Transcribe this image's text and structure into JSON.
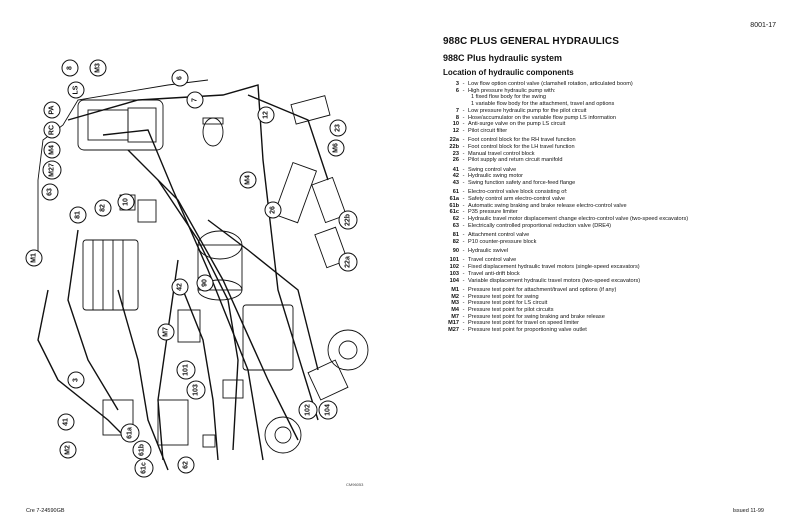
{
  "header": {
    "page_code": "8001-17",
    "title": "988C PLUS GENERAL HYDRAULICS",
    "subtitle": "988C Plus hydraulic system",
    "section": "Location of hydraulic components"
  },
  "legend": [
    [
      {
        "code": "3",
        "desc": "Low flow option control valve (clamshell rotation, articulated boom)"
      },
      {
        "code": "6",
        "desc": "High pressure hydraulic pump with:",
        "sub": [
          "1 fixed flow body for the swing",
          "1 variable flow body for the attachment, travel and options"
        ]
      },
      {
        "code": "7",
        "desc": "Low pressure hydraulic pump for the pilot circuit"
      },
      {
        "code": "8",
        "desc": "Hose/accumulator on the variable flow pump LS information"
      },
      {
        "code": "10",
        "desc": "Anti-surge valve on the pump LS circuit"
      },
      {
        "code": "12",
        "desc": "Pilot circuit filter"
      }
    ],
    [
      {
        "code": "22a",
        "desc": "Foot control block for the RH travel function"
      },
      {
        "code": "22b",
        "desc": "Foot control block for the LH travel function"
      },
      {
        "code": "23",
        "desc": "Manual travel control block"
      },
      {
        "code": "26",
        "desc": "Pilot supply and return circuit manifold"
      }
    ],
    [
      {
        "code": "41",
        "desc": "Swing control valve"
      },
      {
        "code": "42",
        "desc": "Hydraulic swing motor"
      },
      {
        "code": "43",
        "desc": "Swing function safety and force-feed flange"
      }
    ],
    [
      {
        "code": "61",
        "desc": "Electro-control valve block consisting of:"
      },
      {
        "code": "61a",
        "desc": "Safety control arm electro-control valve"
      },
      {
        "code": "61b",
        "desc": "Automatic swing braking and brake release electro-control valve"
      },
      {
        "code": "61c",
        "desc": "P35 pressure limiter"
      },
      {
        "code": "62",
        "desc": "Hydraulic travel motor displacement change electro-control valve (two-speed excavators)"
      },
      {
        "code": "63",
        "desc": "Electrically controlled proportional reduction valve (DRE4)"
      }
    ],
    [
      {
        "code": "81",
        "desc": "Attachment control valve"
      },
      {
        "code": "82",
        "desc": "P10 counter-pressure block"
      }
    ],
    [
      {
        "code": "90",
        "desc": "Hydraulic swivel"
      }
    ],
    [
      {
        "code": "101",
        "desc": "Travel control valve"
      },
      {
        "code": "102",
        "desc": "Fixed displacement hydraulic travel motors (single-speed excavators)"
      },
      {
        "code": "103",
        "desc": "Travel anti-drift block"
      },
      {
        "code": "104",
        "desc": "Variable displacement hydraulic travel motors (two-speed excavators)"
      }
    ],
    [
      {
        "code": "M1",
        "desc": "Pressure test point for attachment/travel and options (if any)"
      },
      {
        "code": "M2",
        "desc": "Pressure test point for swing"
      },
      {
        "code": "M3",
        "desc": "Pressure test point for LS circuit"
      },
      {
        "code": "M4",
        "desc": "Pressure test point for pilot circuits"
      },
      {
        "code": "M7",
        "desc": "Pressure test point for swing braking and brake release"
      },
      {
        "code": "M17",
        "desc": "Pressure test point for travel on speed limiter"
      },
      {
        "code": "M27",
        "desc": "Pressure test point for proportioning valve outlet"
      }
    ]
  ],
  "callouts": [
    "8",
    "M3",
    "LS",
    "6",
    "7",
    "12",
    "PA",
    "RC",
    "M4",
    "M27",
    "63",
    "81",
    "82",
    "10",
    "23",
    "M6",
    "M4",
    "26",
    "22b",
    "22a",
    "M1",
    "42",
    "90",
    "M7",
    "3",
    "101",
    "103",
    "102",
    "104",
    "41",
    "M2",
    "61a",
    "61b",
    "61c",
    "62"
  ],
  "figure_ref": "CM96053",
  "footer": {
    "left": "Cre  7-24590GB",
    "right": "Issued 11-99"
  }
}
